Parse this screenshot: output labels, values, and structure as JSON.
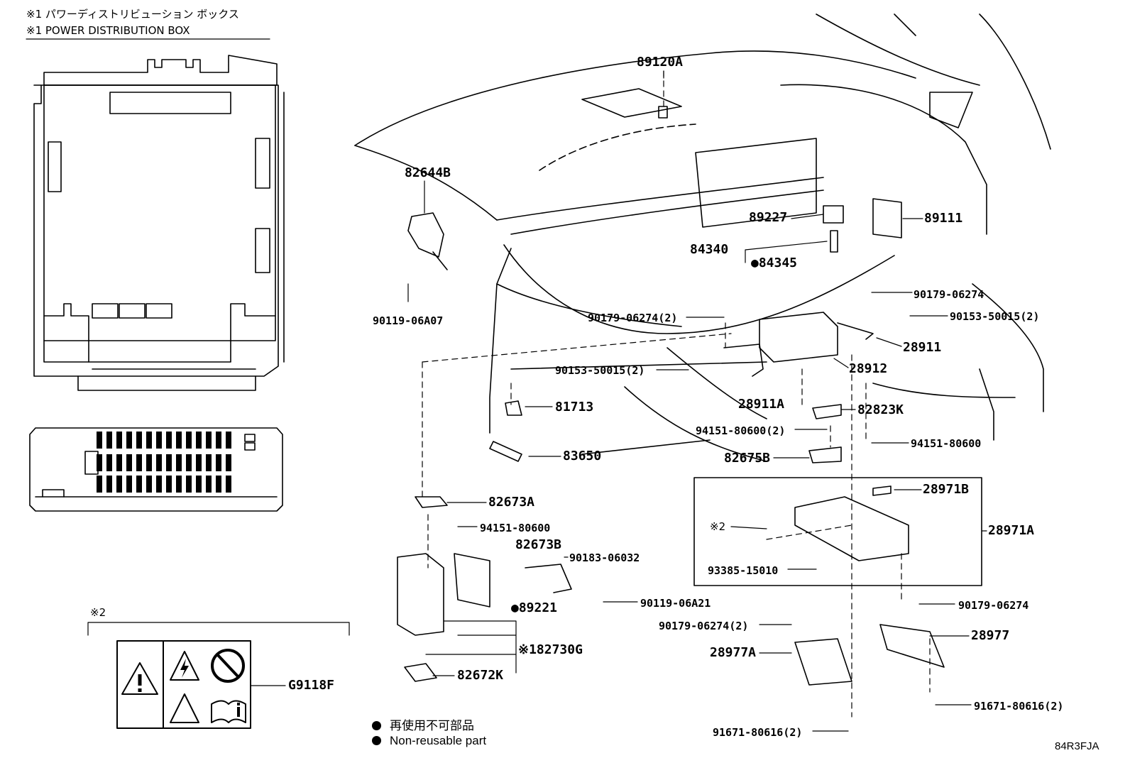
{
  "header": {
    "note1_jp": "※1 パワーディストリビューション ボックス",
    "note1_en": "※1 POWER DISTRIBUTION BOX",
    "note2": "※2"
  },
  "parts": {
    "p89120A": "89120A",
    "p82644B": "82644B",
    "p89227": "89227",
    "p89111": "89111",
    "p84340": "84340",
    "p84345": "●84345",
    "p90119_06A07": "90119-06A07",
    "p90179_06274_a": "90179-06274",
    "p90153_50015_2_a": "90153-50015(2)",
    "p90179_06274_2_a": "90179-06274(2)",
    "p28911": "28911",
    "p28912": "28912",
    "p90153_50015_2_b": "90153-50015(2)",
    "p28911A": "28911A",
    "p81713": "81713",
    "p82823K": "82823K",
    "p94151_80600_2": "94151-80600(2)",
    "p94151_80600_a": "94151-80600",
    "p83650": "83650",
    "p82675B": "82675B",
    "p28971B": "28971B",
    "p82673A": "82673A",
    "p94151_80600_b": "94151-80600",
    "p28971A": "28971A",
    "p note2_small": "※2",
    "p82673B": "82673B",
    "p90183_06032": "90183-06032",
    "p93385_15010": "93385-15010",
    "p89221": "●89221",
    "p90119_06A21": "90119-06A21",
    "p90179_06274_b": "90179-06274",
    "p90179_06274_2_b": "90179-06274(2)",
    "p28977": "28977",
    "p28977A": "28977A",
    "p82730G": "※182730G",
    "pG9118F": "G9118F",
    "p82672K": "82672K",
    "p91671_80616_2_a": "91671-80616(2)",
    "p91671_80616_2_b": "91671-80616(2)"
  },
  "legend": {
    "jp": "再使用不可部品",
    "en": "Non-reusable part"
  },
  "diagram_code": "84R3FJA"
}
